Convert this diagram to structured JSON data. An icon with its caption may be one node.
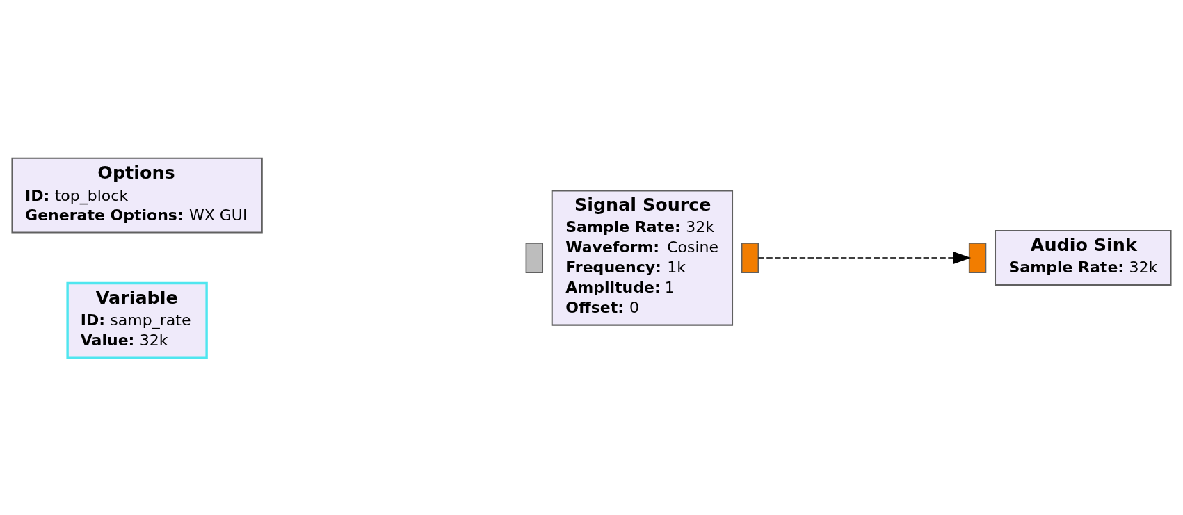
{
  "diagram": {
    "nodes": [
      {
        "text": [
          "Options",
          "**ID:** top_block",
          "**Generate Options:** WX GUI"
        ]
      },
      {
        "text": [
          "Signal Source",
          "**Sample Rate:** 32k",
          "**Waveform:** Cosine",
          "**Frequency:** 1k",
          "**Amplitude:** 1",
          "**Offset:** 0"
        ]
      },
      {
        "text": [],
        "shape": "box"
      },
      {
        "text": [],
        "shape": "box"
      },
      {
        "text": [],
        "shape": "box"
      },
      {
        "text": [
          "Audio Sink",
          "**Sample Rate:** 32k"
        ]
      },
      {
        "text": [
          "Variable",
          "**ID:** samp_rate",
          "**Value:** 32k"
        ]
      }
    ],
    "edges": [
      {
        "from": 3,
        "to": 4,
        "arrow": "to",
        "style": "dashed"
      }
    ]
  }
}
